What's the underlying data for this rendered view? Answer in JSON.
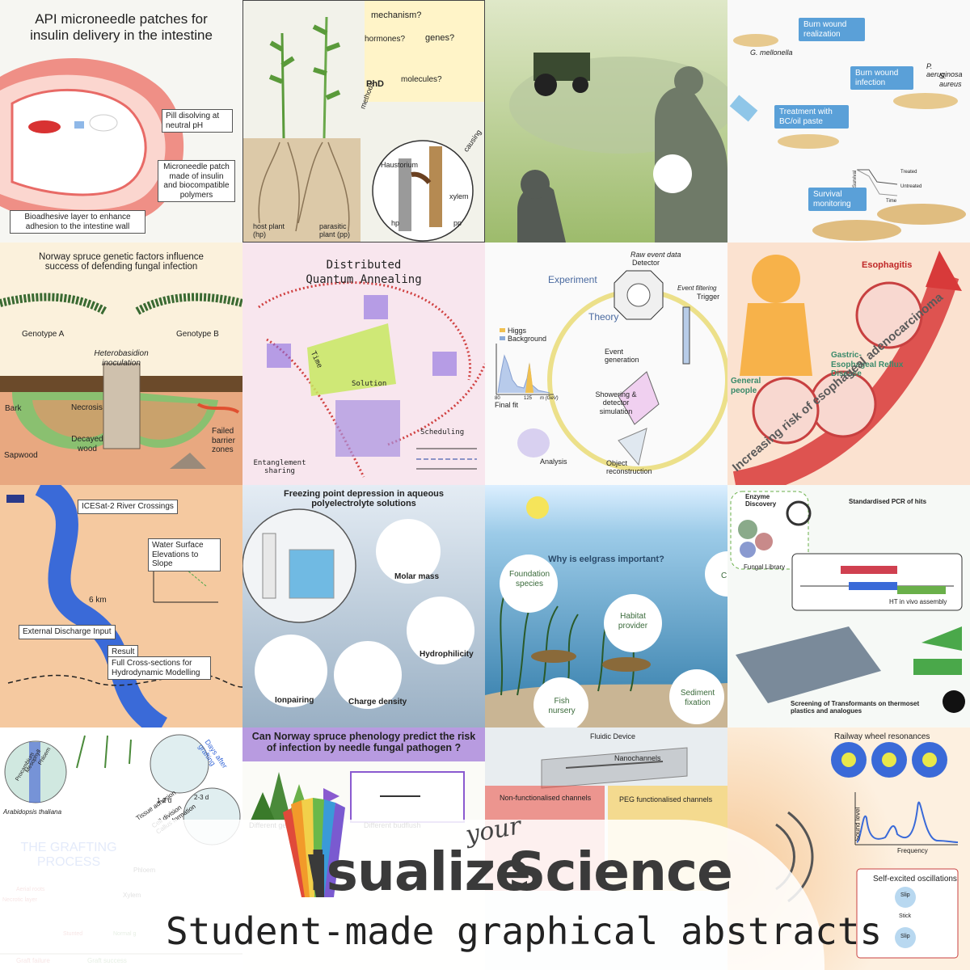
{
  "banner": {
    "logo_your": "your",
    "logo_isualize": "isualize",
    "logo_science": "Science",
    "subtitle": "Student-made graphical abstracts"
  },
  "t1": {
    "title": "API microneedle patches for insulin delivery in the intestine",
    "pill": "Pill disolving at neutral pH",
    "patch": "Microneedle patch made of insulin and biocompatible polymers",
    "layer": "Bioadhesive layer to enhance adhesion to the intestine wall"
  },
  "t2": {
    "mechanism": "mechanism?",
    "hormones": "hormones?",
    "genes": "genes?",
    "molecules": "molecules?",
    "phd": "PhD",
    "methods": "methods",
    "causing": "causing",
    "haustorium": "Haustorium",
    "xylem": "xylem",
    "hp": "hp",
    "pp": "pp",
    "host": "host plant (hp)",
    "parasitic": "parasitic plant (pp)"
  },
  "t4": {
    "realization": "Burn wound realization",
    "mellonella": "G. mellonella",
    "infection": "Burn wound infection",
    "aeruginosa": "P. aeruginosa",
    "aureus": "S. aureus",
    "treatment": "Treatment with BC/oil paste",
    "survival": "Survival monitoring",
    "treated": "Treated",
    "untreated": "Untreated",
    "time": "Time",
    "survival_axis": "Survival"
  },
  "t5": {
    "title": "Norway spruce genetic factors influence success of defending fungal infection",
    "genoA": "Genotype A",
    "genoB": "Genotype B",
    "hetero": "Heterobasidion inoculation",
    "bark": "Bark",
    "necrosis": "Necrosis",
    "decayed": "Decayed wood",
    "sapwood": "Sapwood",
    "failed": "Failed barrier zones"
  },
  "t6": {
    "title1": "Distributed",
    "title2": "Quantum Annealing",
    "time": "Time",
    "solution": "Solution",
    "scheduling": "Scheduling",
    "entangle": "Entanglement sharing"
  },
  "t7": {
    "experiment": "Experiment",
    "theory": "Theory",
    "raw": "Raw event data",
    "detector": "Detector",
    "filtering": "Event filtering",
    "trigger": "Trigger",
    "higgs": "Higgs",
    "background": "Background",
    "finalfit": "Final fit",
    "generation": "Event generation",
    "showering": "Showering & detector simulation",
    "analysis": "Analysis",
    "object": "Object reconstruction",
    "tick1": "80",
    "tick2": "125",
    "mgev": "m (GeV)"
  },
  "t8": {
    "esoph": "Esophagitis",
    "gastric": "Gastric-Esophageal Reflux Disease",
    "general": "General people",
    "arrow": "Increasing risk of esophageal adenocarcinoma"
  },
  "t9": {
    "icesat": "ICESat-2 River Crossings",
    "water": "Water Surface Elevations to Slope",
    "km": "6 km",
    "external": "External Discharge Input",
    "result": "Result",
    "full": "Full Cross-sections for Hydrodynamic Modelling"
  },
  "t10": {
    "title": "Freezing point depression in aqueous polyelectrolyte solutions",
    "molar": "Molar mass",
    "hydro": "Hydrophilicity",
    "ion": "Ionpairing",
    "charge": "Charge density"
  },
  "t11": {
    "title": "Why is eelgrass important?",
    "foundation": "Foundation species",
    "habitat": "Habitat provider",
    "fish": "Fish nursery",
    "sediment": "Sediment fixation",
    "c": "C"
  },
  "t12": {
    "enzyme": "Enzyme Discovery",
    "pcr": "Standardised PCR of hits",
    "fungal": "Fungal Library",
    "assembly": "HT in vivo assembly",
    "screening": "Screening of Transformants on thermoset plastics and analogues"
  },
  "t13": {
    "grafting": "THE GRAFTING PROCESS",
    "arabidopsis": "Arabidopsis thaliana",
    "days": "Days after grafting",
    "d12": "1-2 d",
    "tissue": "Tissue adhesion",
    "d23": "2-3 d",
    "cell": "Cell division Callus formation",
    "aerial": "Aerial roots",
    "necrotic": "Necrotic layer",
    "phloem": "Phloem",
    "xylem": "Xylem",
    "stunted": "Stunted",
    "normal": "Normal g",
    "failure": "Graft failure",
    "success": "Graft success",
    "procambium": "Procambium",
    "mesophyll": "Mesophyll",
    "phloem_top": "Phloem"
  },
  "t14": {
    "title": "Can Norway spruce phenology predict the risk of infection by needle fungal pathogen ?",
    "diff1": "Different genotyp",
    "diff2": "Different budflush"
  },
  "t15": {
    "fluidic": "Fluidic Device",
    "nano": "Nanochannels",
    "nonfunc": "Non-functionalised channels",
    "peg": "PEG functionalised channels"
  },
  "t16": {
    "railway": "Railway wheel resonances",
    "sound": "Sound level",
    "freq": "Frequency",
    "self": "Self-excited oscillations",
    "slip1": "Slip",
    "slip2": "Slip",
    "stick": "Stick"
  }
}
